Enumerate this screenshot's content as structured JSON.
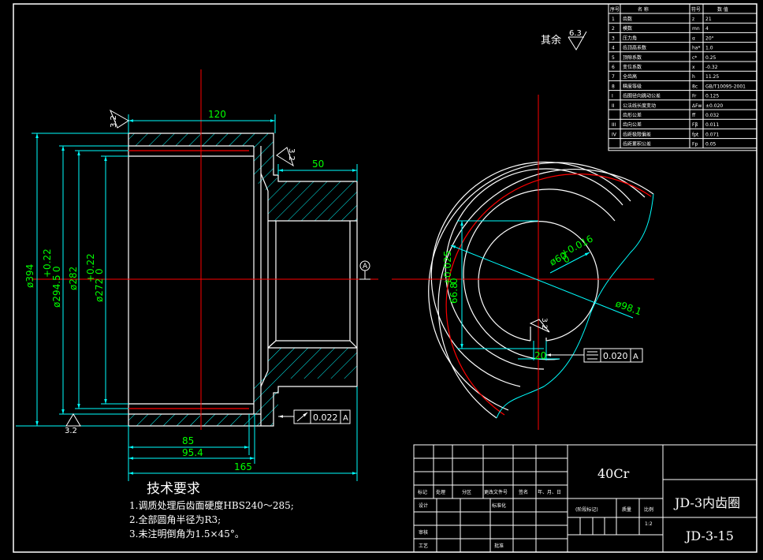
{
  "drawing": {
    "colors": {
      "background": "#000000",
      "outline": "#ffffff",
      "dimension": "#00ffff",
      "dim_text": "#00ff00",
      "centerline": "#ff0000"
    },
    "roughness_general": {
      "label": "其余",
      "value": "6.3"
    },
    "section_view": {
      "dims": {
        "width_top": "120",
        "hub_width": "50",
        "dia_outer": "ø394",
        "dia_294": "ø294.5",
        "dia_294_tol_upper": "+0.22",
        "dia_294_tol_lower": "0",
        "dia_282": "ø282",
        "dia_272": "ø272",
        "dia_272_tol_upper": "+0.22",
        "dia_272_tol_lower": "0",
        "len_85": "85",
        "len_95": "95.4",
        "len_165": "165"
      },
      "roughness": [
        "3.2",
        "3.2",
        "3.2"
      ],
      "datum": "A",
      "runout": {
        "symbol": "↗",
        "value": "0.022",
        "datum": "A"
      }
    },
    "end_view": {
      "dims": {
        "bore": "ø60",
        "bore_tol": "+0.016",
        "bore_tol_lower": "0",
        "key_height": "66.8",
        "key_tol": "+0.025",
        "key_tol_lower": "0",
        "dia_98": "ø98.1",
        "key_width": "20"
      },
      "roughness": "3.2",
      "symmetry": {
        "symbol": "≡",
        "value": "0.020",
        "datum": "A"
      }
    },
    "tech_requirements": {
      "title": "技术要求",
      "items": [
        "1.调质处理后齿面硬度HBS240～285;",
        "2.全部圆角半径为R3;",
        "3.未注明倒角为1.5×45°。"
      ]
    },
    "param_table": {
      "headers": [
        "序号",
        "名  称",
        "符号",
        "数  值"
      ],
      "rows": [
        {
          "no": "1",
          "name": "齿数",
          "sym": "z",
          "val": "21"
        },
        {
          "no": "2",
          "name": "模数",
          "sym": "mn",
          "val": "4"
        },
        {
          "no": "3",
          "name": "压力角",
          "sym": "α",
          "val": "20°"
        },
        {
          "no": "4",
          "name": "齿顶高系数",
          "sym": "ha*",
          "val": "1.0"
        },
        {
          "no": "5",
          "name": "顶隙系数",
          "sym": "c*",
          "val": "0.25"
        },
        {
          "no": "6",
          "name": "变位系数",
          "sym": "x",
          "val": "-0.32"
        },
        {
          "no": "7",
          "name": "全齿高",
          "sym": "h",
          "val": "11.25"
        },
        {
          "no": "8",
          "name": "精度等级",
          "sym": "8c",
          "val": "GB/T10095-2001"
        },
        {
          "no": "I",
          "name": "齿圈径向跳动公差",
          "sym": "Fr",
          "val": "0.125"
        },
        {
          "no": "II",
          "name": "公法线长度变动",
          "sym": "ΔFw",
          "val": "±0.020"
        },
        {
          "no": "",
          "name": "齿形公差",
          "sym": "ff",
          "val": "0.032"
        },
        {
          "no": "III",
          "name": "齿向公差",
          "sym": "Fβ",
          "val": "0.011"
        },
        {
          "no": "IV",
          "name": "齿距极限偏差",
          "sym": "fpt",
          "val": "0.071"
        },
        {
          "no": "",
          "name": "齿距累积公差",
          "sym": "Fp",
          "val": "0.05"
        }
      ]
    },
    "title_block": {
      "labels": [
        "标记",
        "处理",
        "分区",
        "更改文件号",
        "签名",
        "年、月、日"
      ],
      "design": "设计",
      "standard": "标准化",
      "review": "审核",
      "process": "工艺",
      "approve": "批准",
      "stage": "(阶段标记)",
      "weight": "质量",
      "scale_label": "比例",
      "scale": "1:2",
      "material": "40Cr",
      "part_name": "JD-3内齿圈",
      "drawing_no": "JD-3-15"
    }
  }
}
